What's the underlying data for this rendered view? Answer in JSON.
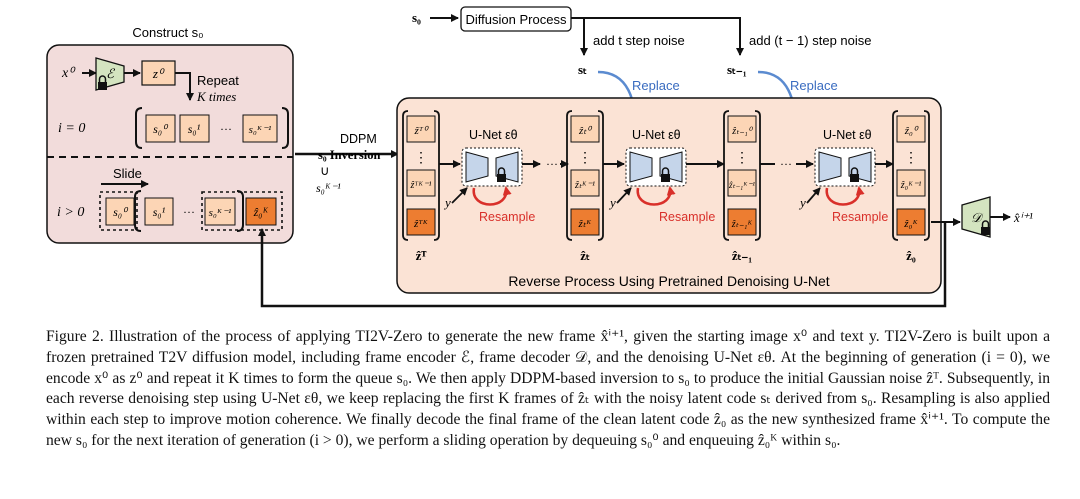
{
  "diagram": {
    "construct_label": "Construct s₀",
    "input_x0": "x⁰",
    "encoder_symbol": "ℰ",
    "z0_label": "z⁰",
    "repeat_label_1": "Repeat",
    "repeat_label_2": "K times",
    "i0_label": "i = 0",
    "i_gt0_label": "i > 0",
    "slide_label": "Slide",
    "queue_top": [
      "s₀⁰",
      "s₀¹",
      "···",
      "s₀ᴷ⁻¹"
    ],
    "queue_bottom": [
      "s₀⁰",
      "s₀¹",
      "···",
      "s₀ᴷ⁻¹",
      "ẑ₀ᴷ"
    ],
    "ddpm_label_1": "DDPM",
    "ddpm_label_2": "s₀ Inversion",
    "union_symbol": "∪",
    "s0_km1": "s₀ᴷ⁻¹",
    "s0_top": "s₀",
    "diffusion_process": "Diffusion Process",
    "add_t_noise": "add t step noise",
    "add_t1_noise": "add (t − 1) step noise",
    "s_t": "sₜ",
    "s_t1": "sₜ₋₁",
    "replace": "Replace",
    "unet_label": "U-Net εθ",
    "resample": "Resample",
    "y_label": "y",
    "col_T": [
      "ẑᵀ⁰",
      "⋮",
      "ẑᵀᴷ⁻¹",
      "ẑᵀᴷ"
    ],
    "col_t": [
      "ẑₜ⁰",
      "⋮",
      "ẑₜᴷ⁻¹",
      "ẑₜᴷ"
    ],
    "col_t1": [
      "ẑₜ₋₁⁰",
      "⋮",
      "ẑₜ₋₁ᴷ⁻¹",
      "ẑₜ₋₁ᴷ"
    ],
    "col_0": [
      "ẑ₀⁰",
      "⋮",
      "ẑ₀ᴷ⁻¹",
      "ẑ₀ᴷ"
    ],
    "bottom_T": "ẑᵀ",
    "bottom_t": "ẑₜ",
    "bottom_t1": "ẑₜ₋₁",
    "bottom_0": "ẑ₀",
    "dots": "···",
    "reverse_process_label": "Reverse Process Using Pretrained Denoising U-Net",
    "decoder_symbol": "𝒟",
    "output_label": "x̂ⁱ⁺¹",
    "colors": {
      "left_panel": "#f2dcdb",
      "right_panel": "#fbe3d5",
      "light_box": "#fcd5b5",
      "dark_box": "#ed7d31",
      "encoder": "#d4e4c0",
      "unet": "#c5d5ea",
      "replace_arrow": "#5b8bd0",
      "resample_arrow": "#d9302a"
    }
  },
  "caption": {
    "text": "Figure 2. Illustration of the process of applying TI2V-Zero to generate the new frame x̂ⁱ⁺¹, given the starting image x⁰ and text y. TI2V-Zero is built upon a frozen pretrained T2V diffusion model, including frame encoder ℰ, frame decoder 𝒟, and the denoising U-Net εθ. At the beginning of generation (i = 0), we encode x⁰ as z⁰ and repeat it K times to form the queue s₀. We then apply DDPM-based inversion to s₀ to produce the initial Gaussian noise ẑᵀ. Subsequently, in each reverse denoising step using U-Net εθ, we keep replacing the first K frames of ẑₜ with the noisy latent code sₜ derived from s₀. Resampling is also applied within each step to improve motion coherence. We finally decode the final frame of the clean latent code ẑ₀ as the new synthesized frame x̂ⁱ⁺¹. To compute the new s₀ for the next iteration of generation (i > 0), we perform a sliding operation by dequeuing s₀⁰ and enqueuing ẑ₀ᴷ within s₀."
  }
}
